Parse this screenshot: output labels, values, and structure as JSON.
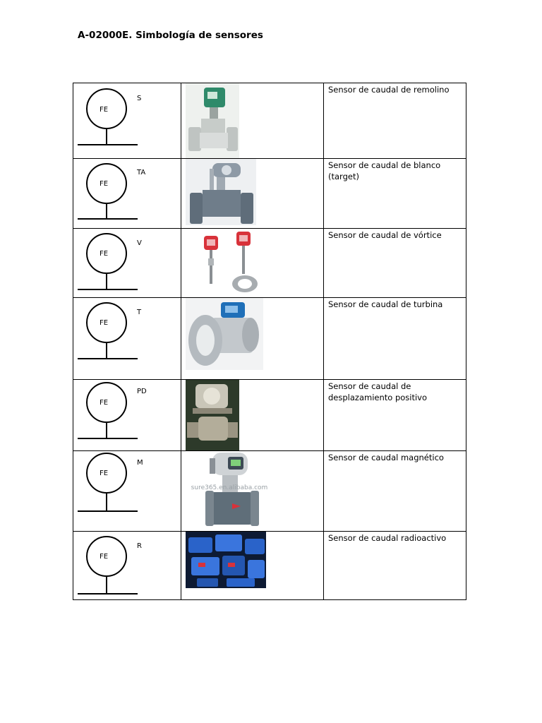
{
  "document": {
    "title": "A-02000E. Simbología de sensores"
  },
  "rows": [
    {
      "symbol": "FE",
      "code": "S",
      "description": "Sensor de caudal de remolino",
      "image": "swirl-flowmeter-photo"
    },
    {
      "symbol": "FE",
      "code": "TA",
      "description": "Sensor de caudal de blanco (target)",
      "image": "target-flowmeter-photo"
    },
    {
      "symbol": "FE",
      "code": "V",
      "description": "Sensor de caudal de vórtice",
      "image": "vortex-flowmeter-photo"
    },
    {
      "symbol": "FE",
      "code": "T",
      "description": "Sensor de caudal de turbina",
      "image": "turbine-flowmeter-photo"
    },
    {
      "symbol": "FE",
      "code": "PD",
      "description": "Sensor de caudal de desplazamiento positivo",
      "image": "positive-displacement-flowmeter-photo"
    },
    {
      "symbol": "FE",
      "code": "M",
      "description": "Sensor de caudal magnético",
      "image": "magnetic-flowmeter-photo",
      "watermark": "sure365.en.alibaba.com"
    },
    {
      "symbol": "FE",
      "code": "R",
      "description": "Sensor de caudal radioactivo",
      "image": "radioactive-flowmeter-photo"
    }
  ]
}
